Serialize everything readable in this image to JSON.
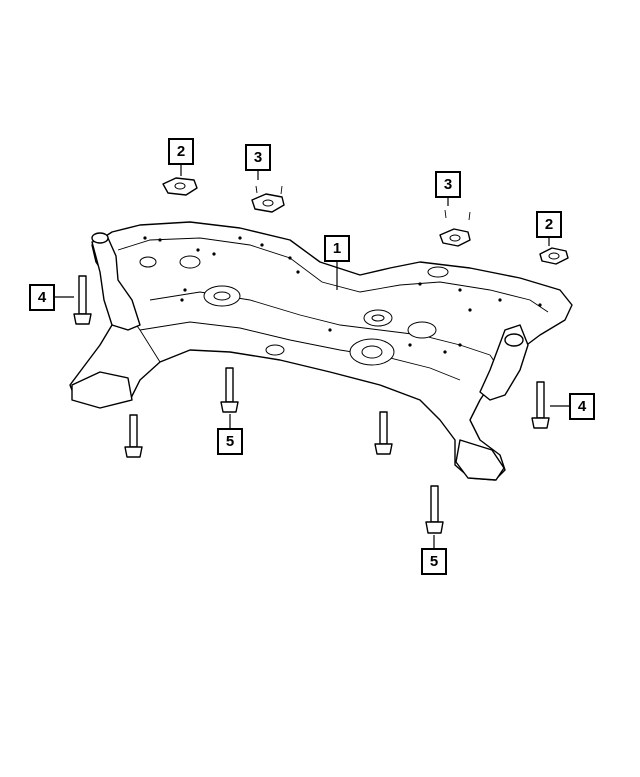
{
  "callouts": [
    {
      "id": "c1",
      "label": "1"
    },
    {
      "id": "c2a",
      "label": "2"
    },
    {
      "id": "c2b",
      "label": "2"
    },
    {
      "id": "c3a",
      "label": "3"
    },
    {
      "id": "c3b",
      "label": "3"
    },
    {
      "id": "c4a",
      "label": "4"
    },
    {
      "id": "c4b",
      "label": "4"
    },
    {
      "id": "c5a",
      "label": "5"
    },
    {
      "id": "c5b",
      "label": "5"
    }
  ]
}
